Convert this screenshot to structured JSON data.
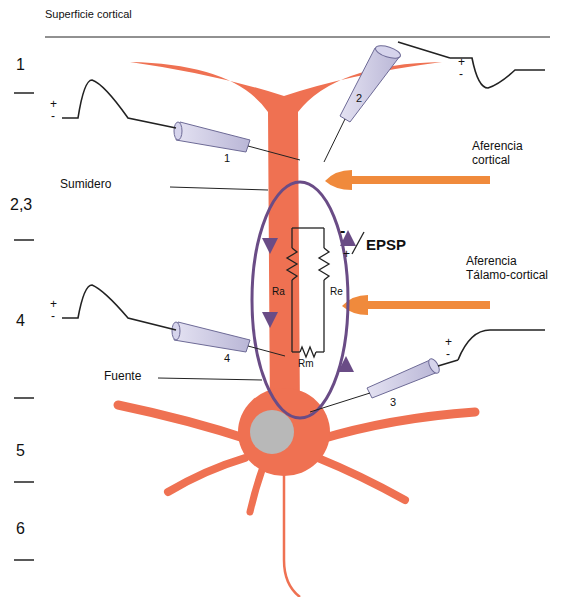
{
  "diagram": {
    "labels": [
      "Superficie cortical",
      "1",
      "2,3",
      "4",
      "5",
      "6",
      "+",
      "-",
      "1",
      "+",
      "-",
      "2",
      "Aferencia cortical",
      "Sumidero",
      "-",
      "+",
      "EPSP",
      "Ra",
      "Re",
      "Aferencia Tálamo-cortical",
      "+",
      "-",
      "4",
      "Rm",
      "Fuente",
      "+",
      "-",
      "3"
    ]
  }
}
